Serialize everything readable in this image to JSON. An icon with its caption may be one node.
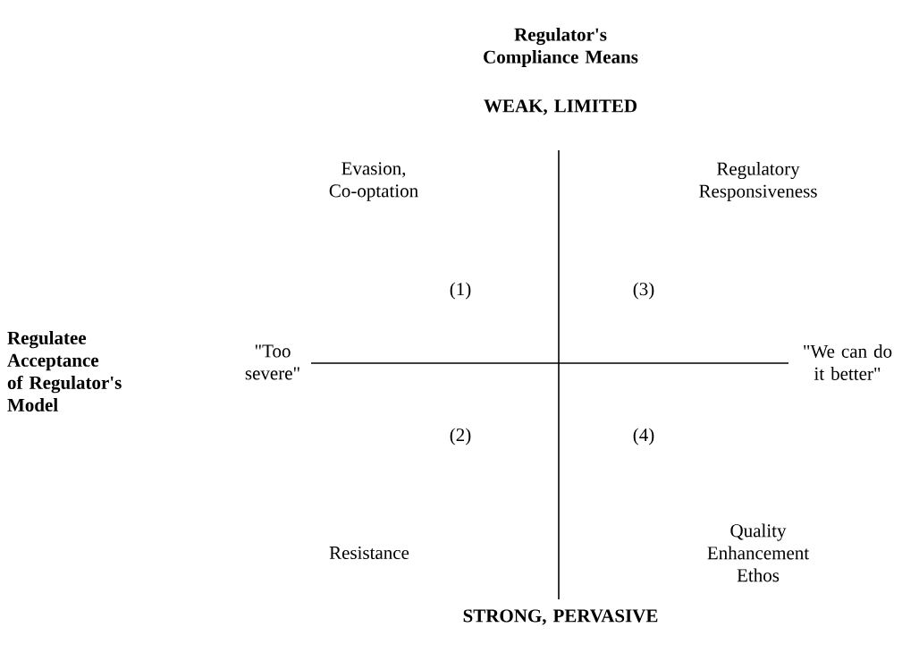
{
  "diagram": {
    "labels": [
      "Regulator's Compliance Means",
      "WEAK, LIMITED",
      "Evasion, Co-optation",
      "Regulatory Responsiveness",
      "(1)",
      "(3)",
      "Regulatee Acceptance of Regulator's Model",
      "\"Too severe\"",
      "\"We can do it better\"",
      "(2)",
      "(4)",
      "Resistance",
      "Quality Enhancement Ethos",
      "STRONG, PERVASIVE"
    ]
  }
}
